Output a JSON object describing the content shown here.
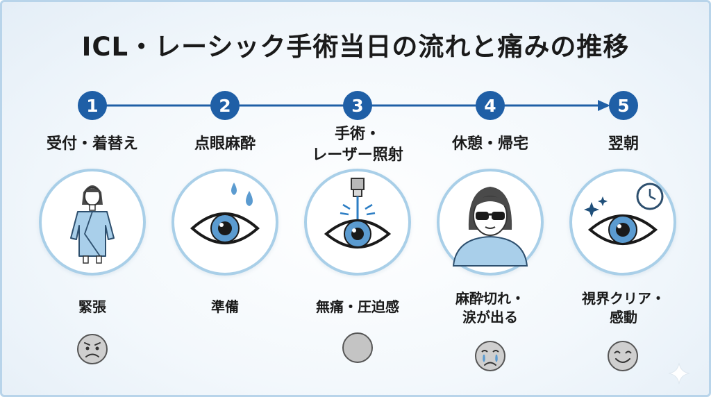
{
  "title": "ICL・レーシック手術当日の流れと痛みの推移",
  "steps": [
    {
      "number": "1",
      "label": "受付・着替え",
      "pain": "緊張",
      "face": "worried"
    },
    {
      "number": "2",
      "label": "点眼麻酔",
      "pain": "準備",
      "face": "none"
    },
    {
      "number": "3",
      "label": "手術・\nレーザー照射",
      "pain": "無痛・圧迫感",
      "face": "blank"
    },
    {
      "number": "4",
      "label": "休憩・帰宅",
      "pain": "麻酔切れ・\n涙が出る",
      "face": "crying"
    },
    {
      "number": "5",
      "label": "翌朝",
      "pain": "視界クリア・\n感動",
      "face": "smile"
    }
  ],
  "colors": {
    "accent": "#1f5fa6",
    "circle_border": "#a9cfe8",
    "iris": "#5b9bd0",
    "face": "#cfcfcf"
  },
  "icons": [
    "patient-gown-icon",
    "eye-drops-icon",
    "laser-eye-icon",
    "sunglasses-person-icon",
    "eye-clock-icon"
  ]
}
